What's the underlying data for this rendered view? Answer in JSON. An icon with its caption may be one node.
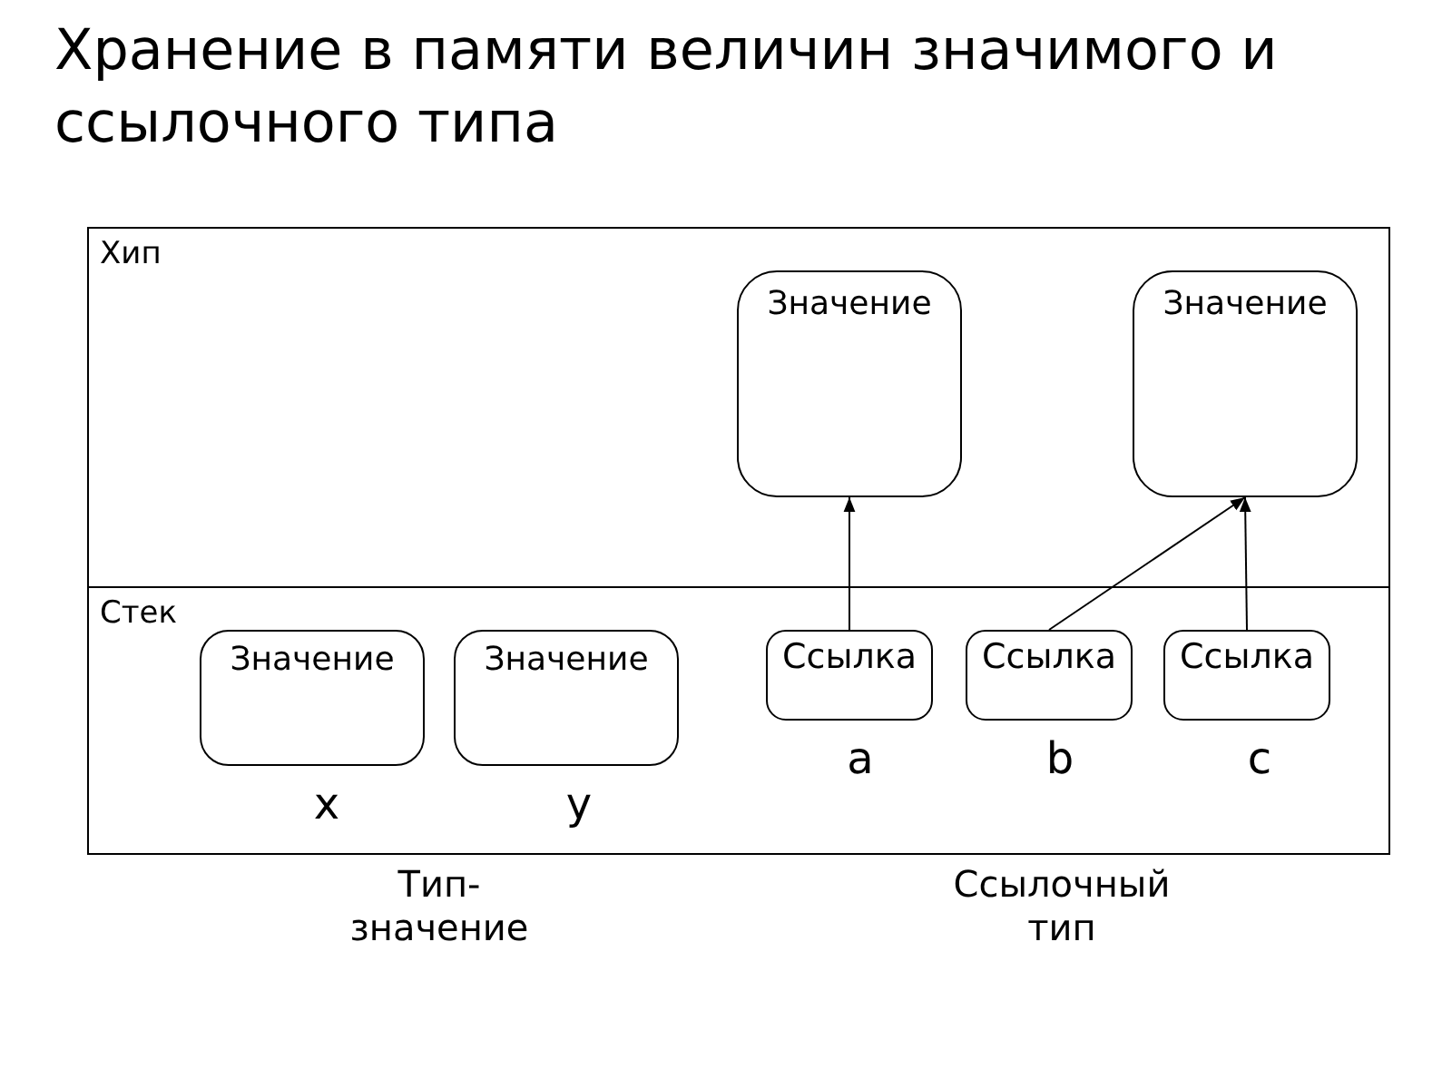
{
  "diagram": {
    "title": "Хранение в памяти величин значимого и ссылочного типа",
    "nodes": [
      {
        "text": [
          "Хип"
        ]
      },
      {
        "text": [
          "Значение"
        ],
        "in": 0
      },
      {
        "text": [
          "Значение"
        ],
        "in": 0
      },
      {
        "text": [
          "Стек"
        ]
      },
      {
        "text": [
          "Значение"
        ],
        "in": 3,
        "beside": [
          "x"
        ]
      },
      {
        "text": [
          "Значение"
        ],
        "in": 3,
        "beside": [
          "y"
        ]
      },
      {
        "text": [
          "Ссылка"
        ],
        "in": 3,
        "beside": [
          "a"
        ]
      },
      {
        "text": [
          "Ссылка"
        ],
        "in": 3,
        "beside": [
          "b"
        ]
      },
      {
        "text": [
          "Ссылка"
        ],
        "in": 3,
        "beside": [
          "c"
        ]
      }
    ],
    "edges": [
      {
        "from": 6,
        "to": 1,
        "arrow": "to"
      },
      {
        "from": 7,
        "to": 2,
        "arrow": "to"
      },
      {
        "from": 8,
        "to": 2,
        "arrow": "to"
      }
    ],
    "labels": [
      "Тип- значение",
      "Ссылочный тип"
    ]
  }
}
